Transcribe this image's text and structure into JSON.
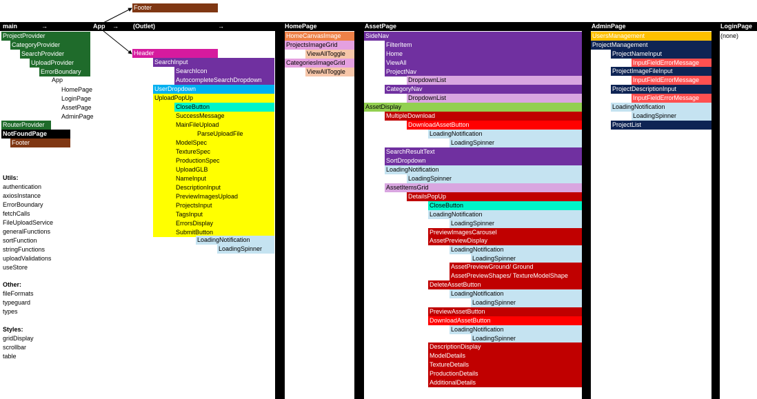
{
  "header": {
    "main": "main",
    "app": "App",
    "outlet": "(Outlet)",
    "home": "HomePage",
    "asset": "AssetPage",
    "admin": "AdminPage",
    "login": "LoginPage",
    "arrow": "→"
  },
  "footer_top": "Footer",
  "left": {
    "providers": [
      "ProjectProvider",
      "CategoryProvider",
      "SearchProvider",
      "UploadProvider",
      "ErrorBoundary"
    ],
    "app_children": [
      "App",
      "HomePage",
      "LoginPage",
      "AssetPage",
      "AdminPage"
    ],
    "router_provider": "RouterProvider",
    "not_found": "NotFoundPage",
    "footer": "Footer",
    "utils_title": "Utils:",
    "utils": [
      "authentication",
      "axiosInstance",
      "ErrorBoundary",
      "fetchCalls",
      "FileUploadService",
      "generalFunctions",
      "sortFunction",
      "stringFunctions",
      "uploadValidations",
      "useStore"
    ],
    "other_title": "Other:",
    "other": [
      "fileFormats",
      "typeguard",
      "types"
    ],
    "styles_title": "Styles:",
    "styles": [
      "gridDisplay",
      "scrollbar",
      "table"
    ]
  },
  "app_col": {
    "header": "Header",
    "search_input": "SearchInput",
    "search_icon": "SearchIcon",
    "autocomplete": "AutocompleteSearchDropdown",
    "user_dropdown": "UserDropdown",
    "upload_popup": "UploadPopUp",
    "close_button": "CloseButton",
    "upload_items": [
      "SuccessMessage",
      "MainFileUpload",
      "ParseUploadFile",
      "ModelSpec",
      "TextureSpec",
      "ProductionSpec",
      "UploadGLB",
      "NameInput",
      "DescriptionInput",
      "PreviewImagesUpload",
      "ProjectsInput",
      "TagsInput",
      "ErrorsDisplay",
      "SubmitButton"
    ],
    "loading_notification": "LoadingNotification",
    "loading_spinner": "LoadingSpinner"
  },
  "home_col": {
    "canvas": "HomeCanvasImage",
    "projects_grid": "ProjectsImageGrid",
    "view_all_1": "ViewAllToggle",
    "categories_grid": "CategoriesImageGrid",
    "view_all_2": "ViewAllToggle"
  },
  "asset_col": {
    "side_nav": "SideNav",
    "filter_item": "FilterItem",
    "home": "Home",
    "view_all": "ViewAll",
    "project_nav": "ProjectNav",
    "dropdown_list_1": "DropdownList",
    "category_nav": "CategoryNav",
    "dropdown_list_2": "DropdownList",
    "asset_display": "AssetDisplay",
    "multiple_download": "MultipleDownload",
    "download_asset_button_1": "DownloadAssetButton",
    "loading_notification_1": "LoadingNotification",
    "loading_spinner_1": "LoadingSpinner",
    "search_result_text": "SearchResultText",
    "sort_dropdown": "SortDropdown",
    "loading_notification_2": "LoadingNotification",
    "loading_spinner_2": "LoadingSpinner",
    "asset_items_grid": "AssetItemsGrid",
    "details_popup": "DetailsPopUp",
    "close_button": "CloseButton",
    "loading_notification_3": "LoadingNotification",
    "loading_spinner_3": "LoadingSpinner",
    "preview_carousel": "PreviewImagesCarousel",
    "asset_preview_display": "AssetPreviewDisplay",
    "loading_notification_4": "LoadingNotification",
    "loading_spinner_4": "LoadingSpinner",
    "preview_ground": "AssetPreviewGround/ Ground",
    "preview_shapes": "AssetPreviewShapes/ TextureModelShape",
    "delete_asset_button": "DeleteAssetButton",
    "loading_notification_5": "LoadingNotification",
    "loading_spinner_5": "LoadingSpinner",
    "preview_asset_button": "PreviewAssetButton",
    "download_asset_button_2": "DownloadAssetButton",
    "loading_notification_6": "LoadingNotification",
    "loading_spinner_6": "LoadingSpinner",
    "details": [
      "DescriptionDisplay",
      "ModelDetails",
      "TextureDetails",
      "ProductionDetails",
      "AdditionalDetails"
    ]
  },
  "admin_col": {
    "users_management": "UsersManagement",
    "project_management": "ProjectManagement",
    "project_name_input": "ProjectNameInput",
    "error_1": "InputFieldErrorMessage",
    "project_image_file_input": "ProjectImageFileInput",
    "error_2": "InputFieldErrorMessage",
    "project_description_input": "ProjectDescriptionInput",
    "error_3": "InputFieldErrorMessage",
    "loading_notification": "LoadingNotification",
    "loading_spinner": "LoadingSpinner",
    "project_list": "ProjectList"
  },
  "login_col": {
    "none": "(none)"
  },
  "colors": {
    "provider_green": "#1f6b2b",
    "footer_brown": "#7f3713",
    "header_magenta": "#d61a9e",
    "purple": "#7030a0",
    "cyan": "#00b0f0",
    "yellow": "#ffff00",
    "light_blue": "#c5e3f1",
    "turquoise": "#00f5c8",
    "orange": "#ee8148",
    "pink": "#e4a0e0",
    "peach": "#f6c6a9",
    "light_green": "#92d050",
    "dark_red": "#c00000",
    "red": "#ff0000",
    "amber": "#ffc000",
    "navy": "#0e2454",
    "salmon": "#ff5050"
  }
}
